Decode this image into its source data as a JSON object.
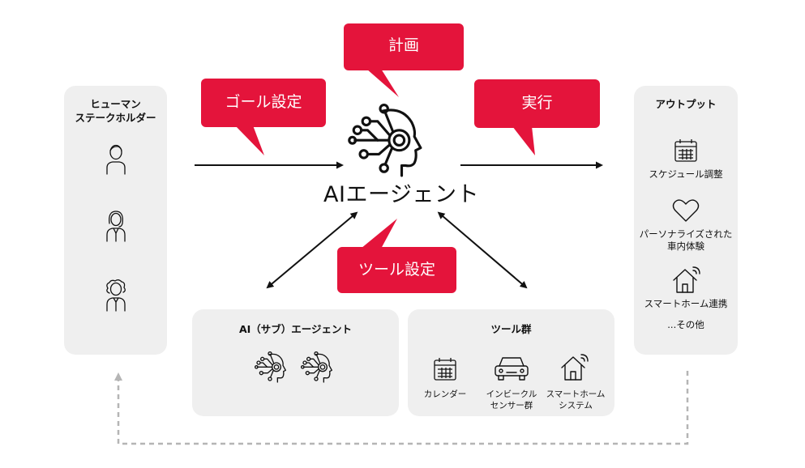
{
  "colors": {
    "accent": "#e4143b",
    "panel": "#efefef",
    "ink": "#111111",
    "dashed": "#b5b5b5"
  },
  "center": {
    "title": "AIエージェント",
    "icon": "ai-head-icon"
  },
  "bubbles": {
    "plan": "計画",
    "goal": "ゴール設定",
    "execute": "実行",
    "tool_setup": "ツール設定"
  },
  "stakeholders": {
    "title_line1": "ヒューマン",
    "title_line2": "ステークホルダー",
    "icons": [
      "person-icon",
      "person-woman-icon",
      "person-curly-icon"
    ]
  },
  "output": {
    "title": "アウトプット",
    "items": [
      {
        "icon": "calendar-icon",
        "label": "スケジュール調整"
      },
      {
        "icon": "heart-icon",
        "label_line1": "パーソナライズされた",
        "label_line2": "車内体験"
      },
      {
        "icon": "smart-home-icon",
        "label": "スマートホーム連携"
      }
    ],
    "more": "...その他"
  },
  "sub_agents": {
    "title": "AI（サブ）エージェント",
    "icons": [
      "ai-head-icon",
      "ai-head-icon"
    ]
  },
  "tools": {
    "title": "ツール群",
    "items": [
      {
        "icon": "calendar-icon",
        "label_line1": "カレンダー",
        "label_line2": ""
      },
      {
        "icon": "car-icon",
        "label_line1": "インビークル",
        "label_line2": "センサー群"
      },
      {
        "icon": "smart-home-icon",
        "label_line1": "スマートホーム",
        "label_line2": "システム"
      }
    ]
  }
}
